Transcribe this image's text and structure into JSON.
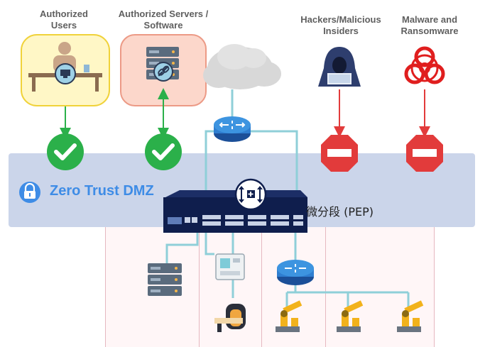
{
  "labels": {
    "authorized_users": [
      "Authorized",
      "Users"
    ],
    "authorized_servers": [
      "Authorized Servers /",
      "Software"
    ],
    "hackers": [
      "Hackers/Malicious",
      "Insiders"
    ],
    "malware": [
      "Malware and",
      "Ransomware"
    ]
  },
  "dmz": {
    "title": "Zero Trust DMZ",
    "pep_label": "微分段 (PEP)"
  },
  "colors": {
    "allow": "#2bb04a",
    "block": "#e23b3b",
    "band": "#cbd5ea",
    "network_link": "#8fcfd8",
    "accent": "#3e8ce6"
  },
  "icons": {
    "user": "person-at-desk-icon",
    "server": "server-rack-icon",
    "cloud": "cloud-icon",
    "hacker": "hooded-hacker-icon",
    "malware": "biohazard-icon",
    "allow": "check-circle-icon",
    "deny": "no-entry-icon",
    "router": "router-icon",
    "switch": "network-switch-icon",
    "lock": "padlock-icon",
    "robot": "industrial-robot-arm-icon",
    "medical": "mri-scanner-icon",
    "meter": "smart-meter-icon"
  }
}
